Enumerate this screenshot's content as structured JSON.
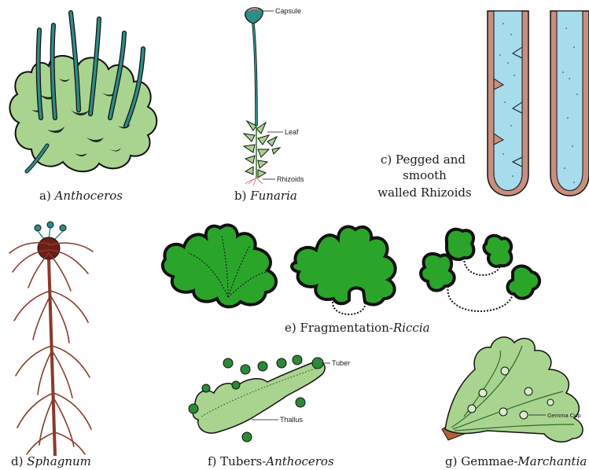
{
  "panels": {
    "a": {
      "caption_prefix": "a) ",
      "caption_italic": "Anthoceros"
    },
    "b": {
      "caption_prefix": "b) ",
      "caption_italic": "Funaria",
      "labels": {
        "capsule": "Capsule",
        "leaf": "Leaf",
        "rhizoids": "Rhizoids"
      }
    },
    "c": {
      "caption_lines": [
        "c) Pegged and",
        "smooth",
        "walled Rhizoids"
      ]
    },
    "d": {
      "caption_prefix": "d) ",
      "caption_italic": "Sphagnum"
    },
    "e": {
      "caption_prefix": "e) Fragmentation-",
      "caption_italic": "Riccia"
    },
    "f": {
      "caption_prefix": "f) Tubers-",
      "caption_italic": "Anthoceros",
      "labels": {
        "tuber": "Tuber",
        "thallus": "Thallus"
      }
    },
    "g": {
      "caption_prefix": "g) Gemmae-",
      "caption_italic": "Marchantia",
      "labels": {
        "gemma_cup": "Gemma Cup"
      }
    }
  },
  "colors": {
    "thallus_light": "#a9d48f",
    "thallus_bright": "#2aa52a",
    "sporophyte": "#2f8c88",
    "rhizoid_wall": "#c98f7e",
    "rhizoid_fill": "#a6dcec",
    "sphagnum": "#8a3a2c",
    "outline": "#111111"
  }
}
